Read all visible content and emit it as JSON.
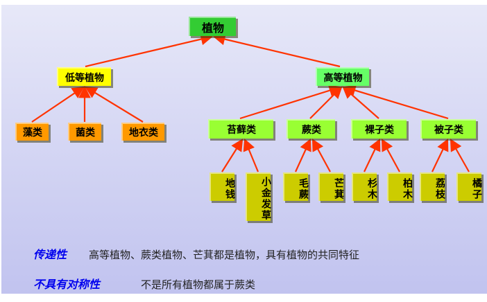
{
  "tree": {
    "root": "植物",
    "lower": {
      "label": "低等植物",
      "children": [
        "藻类",
        "菌类",
        "地衣类"
      ]
    },
    "higher": {
      "label": "高等植物",
      "classes": [
        {
          "label": "苔藓类",
          "leaves": [
            "地钱",
            "小金发草"
          ]
        },
        {
          "label": "蕨类",
          "leaves": [
            "毛蕨",
            "芒萁"
          ]
        },
        {
          "label": "裸子类",
          "leaves": [
            "杉木",
            "柏木"
          ]
        },
        {
          "label": "被子类",
          "leaves": [
            "荔枝",
            "橘子"
          ]
        }
      ]
    }
  },
  "notes": [
    {
      "key": "传递性",
      "text": "高等植物、蕨类植物、芒萁都是植物，具有植物的共同特征"
    },
    {
      "key": "不具有对称性",
      "text": "不是所有植物都属于蕨类"
    }
  ],
  "colors": {
    "arrow": "#ff3300",
    "root": "#33cc33",
    "lower": "#ffff00",
    "higher": "#66ff66",
    "algae": "#ff9900",
    "class": "#99ff33",
    "leaf": "#cccc00",
    "key_text": "#0000ee"
  }
}
